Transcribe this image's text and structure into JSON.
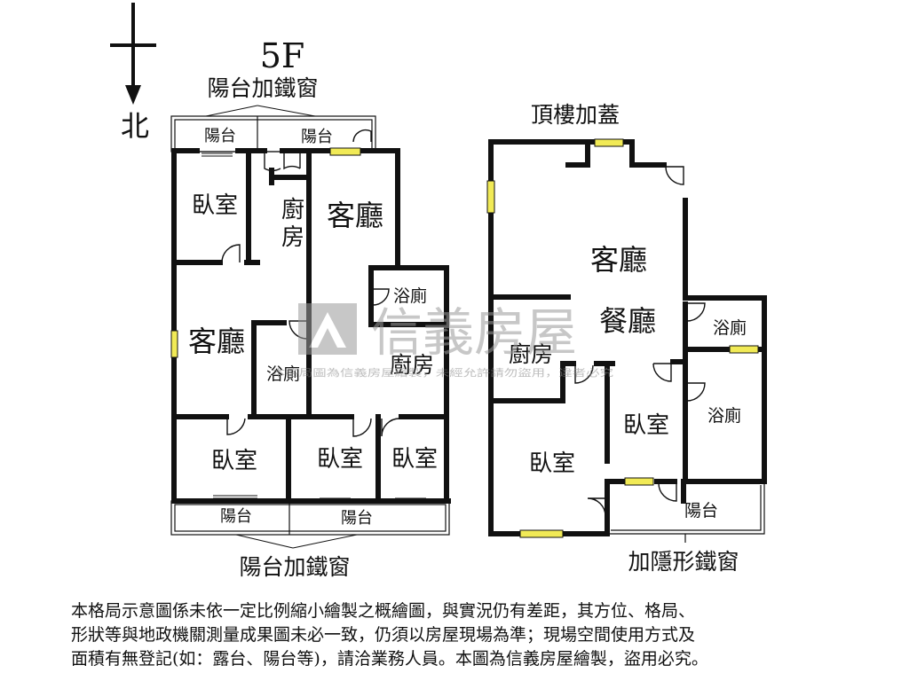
{
  "floor": "5F",
  "compass": "北",
  "left_plan": {
    "top_note": "陽台加鐵窗",
    "bottom_note": "陽台加鐵窗",
    "rooms": {
      "balcony_a": "陽台",
      "balcony_b": "陽台",
      "bedroom_nw": "臥室",
      "kitchen": "廚房",
      "living_ne": "客廳",
      "bath_ne": "浴廁",
      "living_w": "客廳",
      "bath_mid": "浴廁",
      "kitchen_2": "廚房",
      "bedroom_sw": "臥室",
      "bedroom_s1": "臥室",
      "bedroom_s2": "臥室",
      "balcony_c": "陽台",
      "balcony_d": "陽台"
    }
  },
  "right_plan": {
    "title": "頂樓加蓋",
    "bottom_note": "加隱形鐵窗",
    "rooms": {
      "living": "客廳",
      "dining": "餐廳",
      "kitchen": "廚房",
      "bath_1": "浴廁",
      "bath_2": "浴廁",
      "bedroom_1": "臥室",
      "bedroom_2": "臥室",
      "balcony": "陽台"
    }
  },
  "watermark": {
    "brand": "信義房屋",
    "small_text": "本格局圖為信義房屋繪製，未經允許請勿盜用，違者必究"
  },
  "disclaimer": {
    "line1": "本格局示意圖係未依一定比例縮小繪製之概繪圖，與實況仍有差距，其方位、格局、",
    "line2": "形狀等與地政機關測量成果圖未必一致，仍須以房屋現場為準；現場空間使用方式及",
    "line3": "面積有無登記(如：露台、陽台等)，請洽業務人員。本圖為信義房屋繪製，盜用必究。"
  },
  "colors": {
    "wall": "#111111",
    "window": "#f1ea56",
    "watermark": "#9a9a9a"
  }
}
